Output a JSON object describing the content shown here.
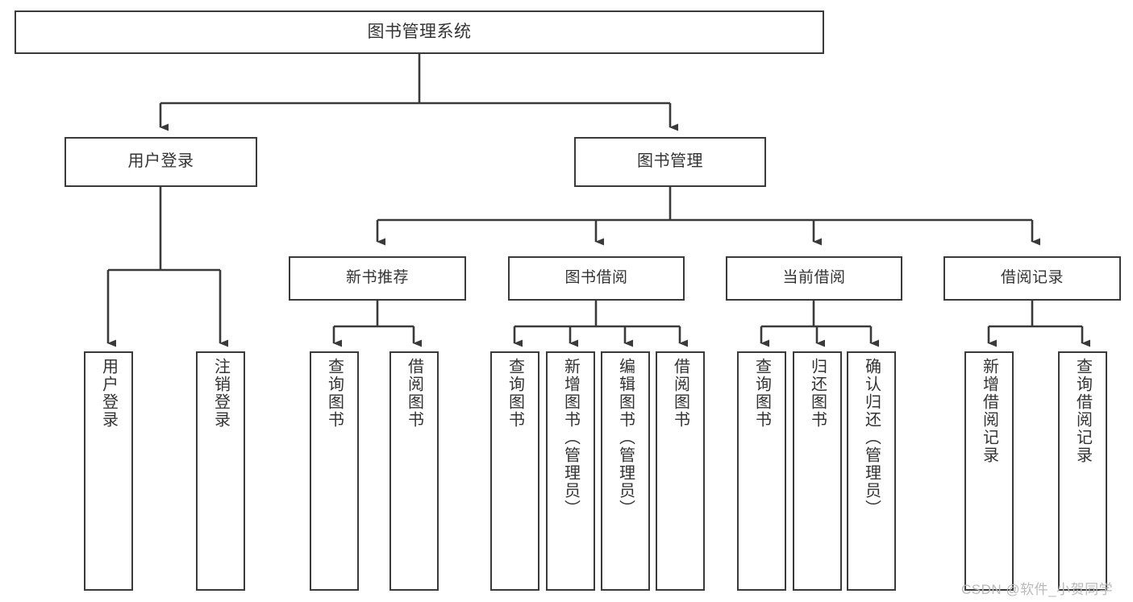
{
  "diagram": {
    "title": "图书管理系统",
    "type": "tree-hierarchy-chart",
    "watermark": "CSDN @软件_小贺同学",
    "colors": {
      "box_border": "#3a3a3a",
      "box_fill": "#ffffff",
      "text": "#333333",
      "connector": "#3a3a3a",
      "watermark": "#b9b9b9",
      "background": "#ffffff"
    },
    "root": {
      "label": "图书管理系统"
    },
    "level1": [
      {
        "label": "用户登录"
      },
      {
        "label": "图书管理"
      }
    ],
    "level2": [
      {
        "label": "新书推荐"
      },
      {
        "label": "图书借阅"
      },
      {
        "label": "当前借阅"
      },
      {
        "label": "借阅记录"
      }
    ],
    "leaves": {
      "user_login": [
        {
          "label": "用户登录"
        },
        {
          "label": "注销登录"
        }
      ],
      "new_book_recommend": [
        {
          "label": "查询图书"
        },
        {
          "label": "借阅图书"
        }
      ],
      "book_borrow": [
        {
          "label": "查询图书"
        },
        {
          "label": "新增图书（管理员）"
        },
        {
          "label": "编辑图书（管理员）"
        },
        {
          "label": "借阅图书"
        }
      ],
      "current_borrow": [
        {
          "label": "查询图书"
        },
        {
          "label": "归还图书"
        },
        {
          "label": "确认归还（管理员）"
        }
      ],
      "borrow_records": [
        {
          "label": "新增借阅记录"
        },
        {
          "label": "查询借阅记录"
        }
      ]
    }
  }
}
